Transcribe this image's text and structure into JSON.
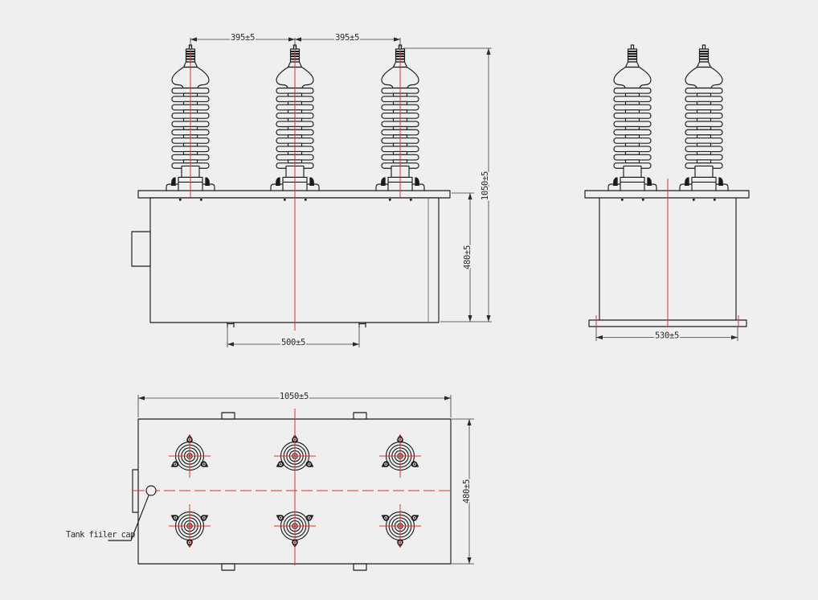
{
  "dimensions": {
    "bushing_spacing_left": "395±5",
    "bushing_spacing_right": "395±5",
    "overall_height": "1050±5",
    "tank_height": "480±5",
    "base_width": "500±5",
    "side_base_width": "530±5",
    "top_length": "1050±5",
    "top_width": "480±5"
  },
  "labels": {
    "tank_filler_cap": "Tank fiiler cap"
  },
  "colors": {
    "background": "#efefef",
    "line": "#1c1c1c",
    "centerline": "#e23128"
  }
}
